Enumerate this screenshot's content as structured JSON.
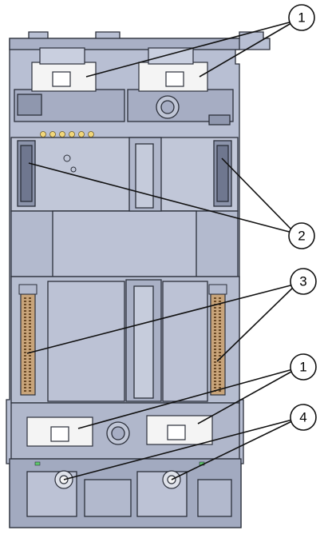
{
  "callouts": [
    {
      "id": "c1a",
      "label": "1",
      "meaning": "connector-latch"
    },
    {
      "id": "c2",
      "label": "2",
      "meaning": "side-slot"
    },
    {
      "id": "c3",
      "label": "3",
      "meaning": "pin-header"
    },
    {
      "id": "c1b",
      "label": "1",
      "meaning": "connector-latch"
    },
    {
      "id": "c4",
      "label": "4",
      "meaning": "screw"
    }
  ],
  "colors": {
    "housing": "#b8bfd3",
    "housing_dark": "#a2aac0",
    "housing_light": "#c9cfdf",
    "outline": "#2b2f3a",
    "connector_white": "#f4f4f4",
    "pin_strip": "#c8a47a",
    "led": "#f2d77a",
    "led_green": "#5cc96a",
    "leader": "#111111"
  }
}
